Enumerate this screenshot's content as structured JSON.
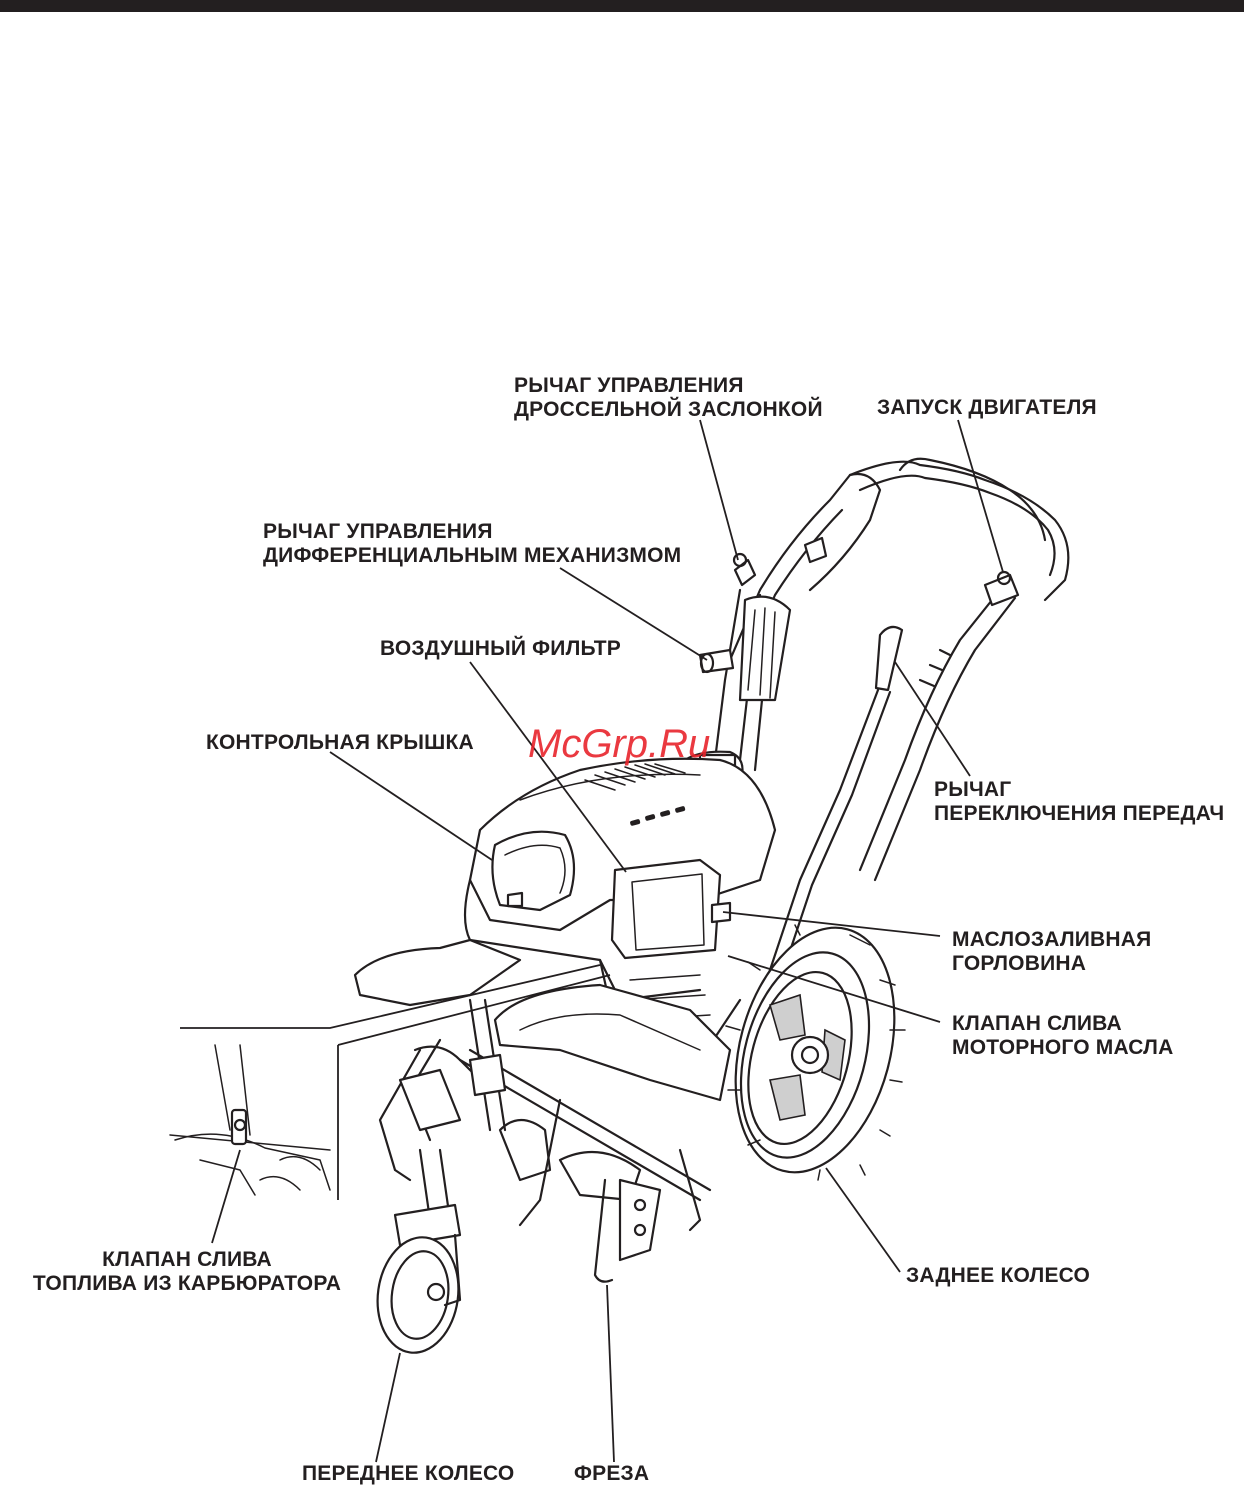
{
  "labels": {
    "throttle_lever": [
      "РЫЧАГ УПРАВЛЕНИЯ",
      "ДРОССЕЛЬНОЙ ЗАСЛОНКОЙ"
    ],
    "engine_start": "ЗАПУСК ДВИГАТЕЛЯ",
    "differential_lever": [
      "РЫЧАГ УПРАВЛЕНИЯ",
      "ДИФФЕРЕНЦИАЛЬНЫМ МЕХАНИЗМОМ"
    ],
    "air_filter": "ВОЗДУШНЫЙ ФИЛЬТР",
    "control_cover": "КОНТРОЛЬНАЯ КРЫШКА",
    "gear_lever": [
      "РЫЧАГ",
      "ПЕРЕКЛЮЧЕНИЯ ПЕРЕДАЧ"
    ],
    "oil_filler": [
      "МАСЛОЗАЛИВНАЯ",
      "ГОРЛОВИНА"
    ],
    "oil_drain": [
      "КЛАПАН СЛИВА",
      "МОТОРНОГО МАСЛА"
    ],
    "carb_drain": [
      "КЛАПАН СЛИВА",
      "ТОПЛИВА ИЗ КАРБЮРАТОРА"
    ],
    "rear_wheel": "ЗАДНЕЕ КОЛЕСО",
    "front_wheel": "ПЕРЕДНЕЕ КОЛЕСО",
    "tiller": "ФРЕЗА"
  },
  "watermark": "McGrp.Ru",
  "colors": {
    "ink": "#231f20",
    "watermark": "#e8242c"
  }
}
